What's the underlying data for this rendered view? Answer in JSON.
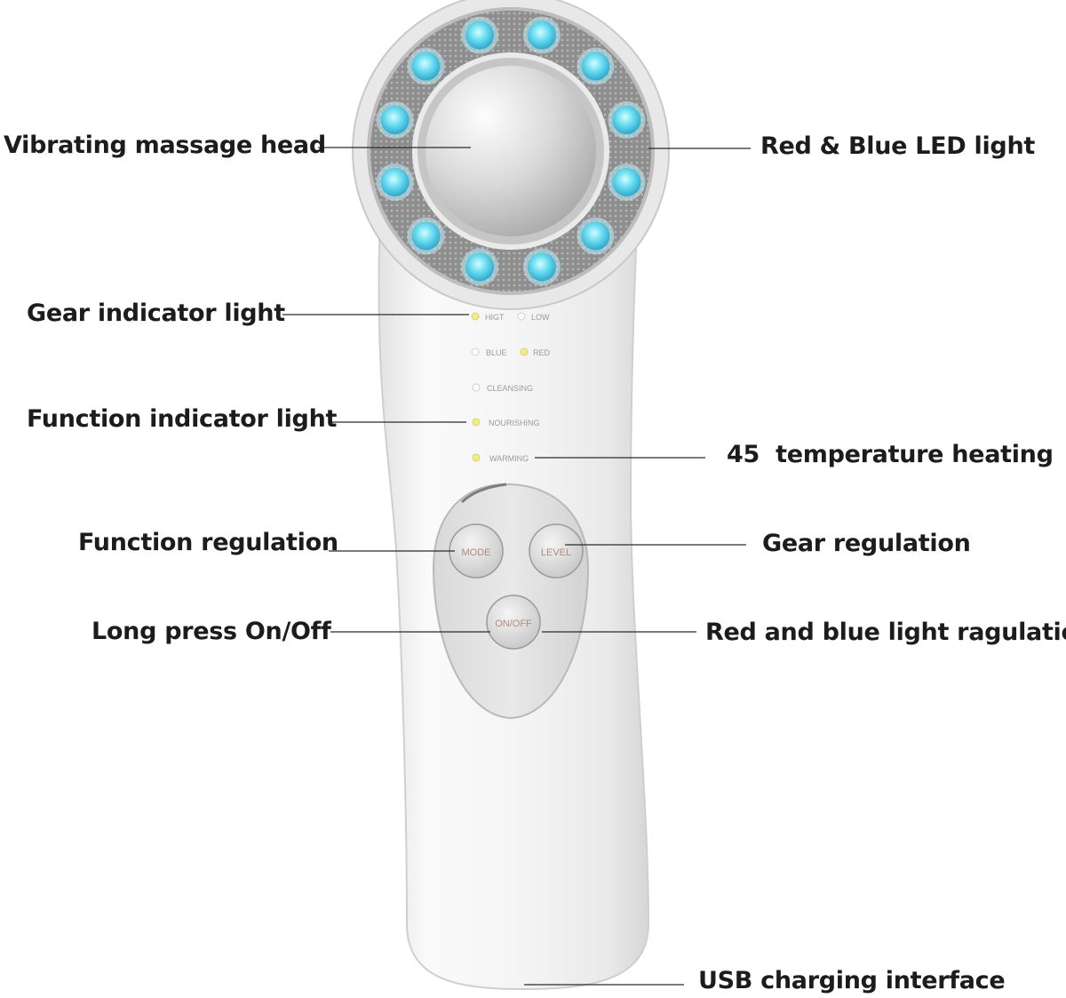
{
  "callouts": {
    "vibrating_head": "Vibrating massage head",
    "led_light": "Red & Blue LED light",
    "gear_indicator": "Gear indicator light",
    "function_indicator": "Function indicator light",
    "temperature": "45  temperature heating",
    "function_regulation": "Function regulation",
    "gear_regulation": "Gear regulation",
    "long_press": "Long press On/Off",
    "red_blue_regulation": "Red and blue light ragulation",
    "usb": "USB charging interface"
  },
  "indicators": {
    "higt": "HIGT",
    "low": "LOW",
    "blue": "BLUE",
    "red": "RED",
    "cleansing": "CLEANSING",
    "nourishing": "NOURISHING",
    "warming": "WARMING"
  },
  "buttons": {
    "mode": "MODE",
    "level": "LEVEL",
    "onoff": "ON/OFF"
  },
  "colors": {
    "led_blue": "#4fd2ea",
    "indicator_yellow": "#f1ee7a",
    "indicator_white": "#ffffff",
    "body_white": "#f2f2f2",
    "ring_metal": "#9c9c9c"
  }
}
